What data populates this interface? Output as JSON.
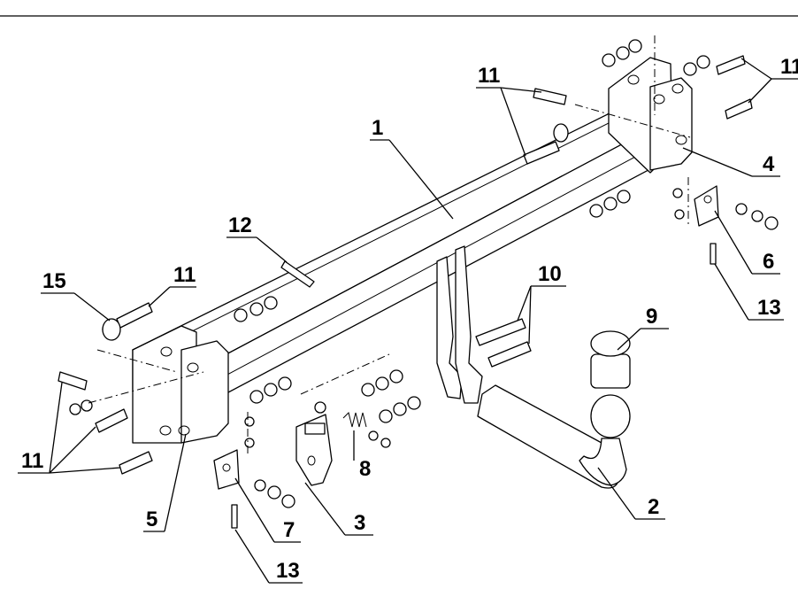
{
  "callouts": [
    {
      "id": "1",
      "label": "1"
    },
    {
      "id": "2",
      "label": "2"
    },
    {
      "id": "3",
      "label": "3"
    },
    {
      "id": "4",
      "label": "4"
    },
    {
      "id": "5",
      "label": "5"
    },
    {
      "id": "6",
      "label": "6"
    },
    {
      "id": "7",
      "label": "7"
    },
    {
      "id": "8",
      "label": "8"
    },
    {
      "id": "9",
      "label": "9"
    },
    {
      "id": "10",
      "label": "10"
    },
    {
      "id": "11a",
      "label": "11"
    },
    {
      "id": "11b",
      "label": "11"
    },
    {
      "id": "11c",
      "label": "11"
    },
    {
      "id": "11d",
      "label": "11"
    },
    {
      "id": "12",
      "label": "12"
    },
    {
      "id": "13a",
      "label": "13"
    },
    {
      "id": "13b",
      "label": "13"
    },
    {
      "id": "15",
      "label": "15"
    }
  ]
}
